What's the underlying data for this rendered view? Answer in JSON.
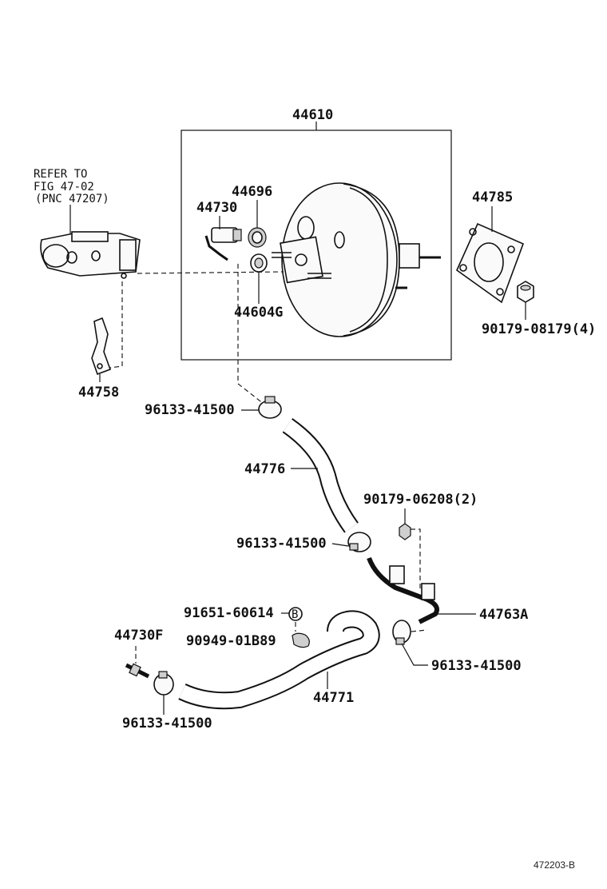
{
  "labels": {
    "booster_assembly": "44610",
    "refer_line1": "REFER TO",
    "refer_line2": "FIG 47-02",
    "refer_line3": "(PNC 47207)",
    "check_valve": "44730",
    "grommet": "44696",
    "seal": "44604G",
    "gasket": "44785",
    "nut_4": "90179-08179(4)",
    "bracket": "44758",
    "clamp_top": "96133-41500",
    "hose_upper": "44776",
    "nut_2": "90179-06208(2)",
    "clamp_mid": "96133-41500",
    "pipe": "44763A",
    "screw": "91651-60614",
    "clip": "90949-01B89",
    "union": "44730F",
    "clamp_right": "96133-41500",
    "hose_lower": "44771",
    "clamp_bottom": "96133-41500",
    "footer_code": "472203-B",
    "callout_b": "B"
  }
}
